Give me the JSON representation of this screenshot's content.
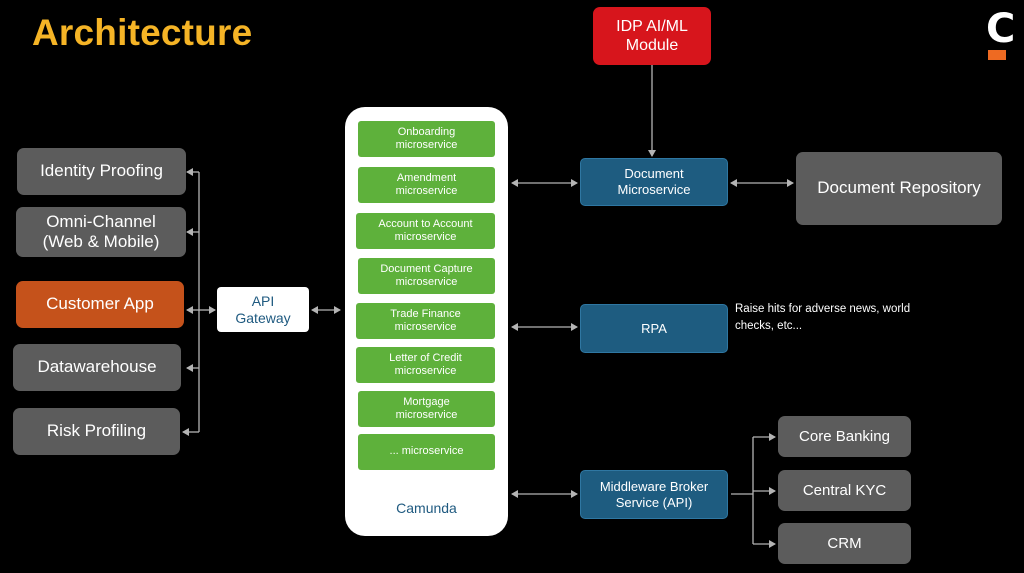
{
  "title": "Architecture",
  "logo": "C",
  "colors": {
    "title": "#f5b426",
    "gray_box": "#5c5c5c",
    "orange_box": "#c5521b",
    "blue_box": "#1e5c80",
    "red_box": "#d7151c",
    "green_box": "#5eb13b",
    "connector": "#b4b4b4",
    "logo_accent": "#ee6a22"
  },
  "channels": [
    "Identity Proofing",
    "Omni-Channel\n(Web & Mobile)",
    "Customer App",
    "Datawarehouse",
    "Risk Profiling"
  ],
  "api_gateway": "API\nGateway",
  "microservices": [
    "Onboarding\nmicroservice",
    "Amendment\nmicroservice",
    "Account to Account\nmicroservice",
    "Document Capture\nmicroservice",
    "Trade Finance\nmicroservice",
    "Letter of Credit\nmicroservice",
    "Mortgage\nmicroservice",
    "... microservice"
  ],
  "camunda": "Camunda",
  "idp_module": "IDP AI/ML\nModule",
  "document_microservice": "Document\nMicroservice",
  "document_repository": "Document Repository",
  "rpa": "RPA",
  "rpa_note": "Raise hits for adverse news, world checks, etc...",
  "middleware": "Middleware Broker\nService (API)",
  "backends": [
    "Core Banking",
    "Central KYC",
    "CRM"
  ]
}
